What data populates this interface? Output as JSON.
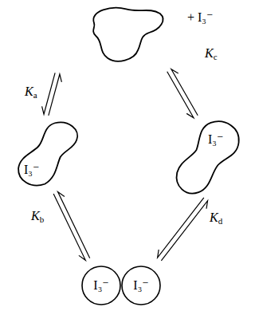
{
  "diagram": {
    "nodes": [
      {
        "text": [
          "+ I₃⁻"
        ]
      },
      {
        "text": [
          "I₃⁻"
        ]
      },
      {
        "text": [
          "I₃⁻"
        ]
      },
      {
        "text": [
          "I₃⁻"
        ]
      },
      {
        "text": [
          "I₃⁻"
        ]
      }
    ],
    "edges": [
      {
        "from": 0,
        "to": 1,
        "arrow": "both",
        "label": "Ka"
      },
      {
        "from": 1,
        "to": 3,
        "arrow": "both",
        "label": "Kb"
      },
      {
        "from": 0,
        "to": 2,
        "arrow": "both",
        "label": "Kc"
      },
      {
        "from": 2,
        "to": 4,
        "arrow": "both",
        "label": "Kd"
      }
    ]
  }
}
